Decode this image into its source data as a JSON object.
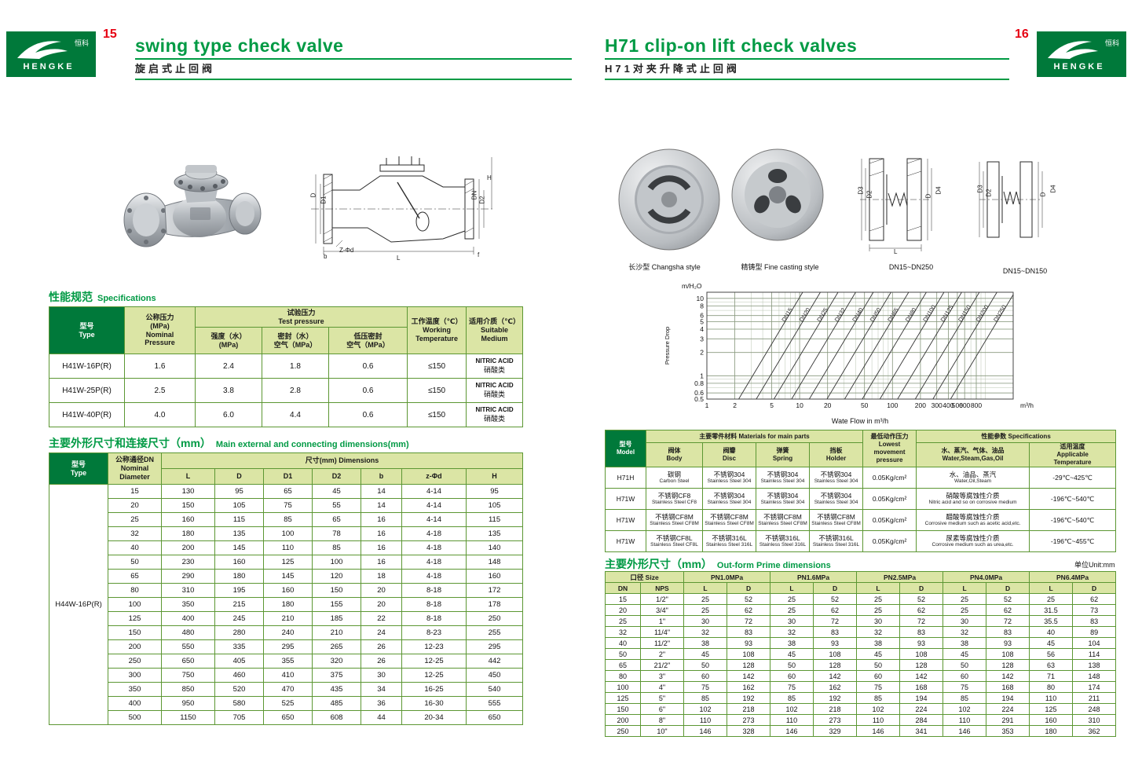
{
  "brand": {
    "logo_zh": "恒科",
    "logo_en": "HENGKE"
  },
  "left_page": {
    "page_number": "15",
    "title_en": "swing type check valve",
    "title_zh": "旋启式止回阀",
    "spec_section": {
      "zh": "性能规范",
      "en": "Specifications"
    },
    "spec_table": {
      "h_type": "型号\nType",
      "h_nominal": "公称压力\n(MPa)\nNominal\nPressure",
      "h_test": "试验压力\nTest pressure",
      "h_strength": "强度（水）\n(MPa)",
      "h_seal": "密封（水）\n空气（MPa）",
      "h_lowseal": "低压密封\n空气（MPa）",
      "h_temp": "工作温度（℃）\nWorking\nTemperature",
      "h_medium": "适用介质（℃）\nSuitable\nMedium",
      "rows": [
        {
          "type": "H41W-16P(R)",
          "nominal": "1.6",
          "strength": "2.4",
          "seal": "1.8",
          "low": "0.6",
          "temp": "≤150",
          "medium": [
            "NITRIC ACID",
            "硝酸类"
          ]
        },
        {
          "type": "H41W-25P(R)",
          "nominal": "2.5",
          "strength": "3.8",
          "seal": "2.8",
          "low": "0.6",
          "temp": "≤150",
          "medium": [
            "NITRIC ACID",
            "硝酸类"
          ]
        },
        {
          "type": "H41W-40P(R)",
          "nominal": "4.0",
          "strength": "6.0",
          "seal": "4.4",
          "low": "0.6",
          "temp": "≤150",
          "medium": [
            "NITRIC ACID",
            "硝酸类"
          ]
        }
      ]
    },
    "dim_section": {
      "zh": "主要外形尺寸和连接尺寸（mm）",
      "en": "Main external and connecting dimensions(mm)"
    },
    "dim_table": {
      "h_type": "型号\nType",
      "h_dn": "公称通径DN\nNominal\nDiameter",
      "h_dims": "尺寸(mm) Dimensions",
      "sub": [
        "L",
        "D",
        "D1",
        "D2",
        "b",
        "z-Φd",
        "H"
      ],
      "model": "H44W-16P(R)",
      "rows": [
        [
          "15",
          "130",
          "95",
          "65",
          "45",
          "14",
          "4-14",
          "95"
        ],
        [
          "20",
          "150",
          "105",
          "75",
          "55",
          "14",
          "4-14",
          "105"
        ],
        [
          "25",
          "160",
          "115",
          "85",
          "65",
          "16",
          "4-14",
          "115"
        ],
        [
          "32",
          "180",
          "135",
          "100",
          "78",
          "16",
          "4-18",
          "135"
        ],
        [
          "40",
          "200",
          "145",
          "110",
          "85",
          "16",
          "4-18",
          "140"
        ],
        [
          "50",
          "230",
          "160",
          "125",
          "100",
          "16",
          "4-18",
          "148"
        ],
        [
          "65",
          "290",
          "180",
          "145",
          "120",
          "18",
          "4-18",
          "160"
        ],
        [
          "80",
          "310",
          "195",
          "160",
          "150",
          "20",
          "8-18",
          "172"
        ],
        [
          "100",
          "350",
          "215",
          "180",
          "155",
          "20",
          "8-18",
          "178"
        ],
        [
          "125",
          "400",
          "245",
          "210",
          "185",
          "22",
          "8-18",
          "250"
        ],
        [
          "150",
          "480",
          "280",
          "240",
          "210",
          "24",
          "8-23",
          "255"
        ],
        [
          "200",
          "550",
          "335",
          "295",
          "265",
          "26",
          "12-23",
          "295"
        ],
        [
          "250",
          "650",
          "405",
          "355",
          "320",
          "26",
          "12-25",
          "442"
        ],
        [
          "300",
          "750",
          "460",
          "410",
          "375",
          "30",
          "12-25",
          "450"
        ],
        [
          "350",
          "850",
          "520",
          "470",
          "435",
          "34",
          "16-25",
          "540"
        ],
        [
          "400",
          "950",
          "580",
          "525",
          "485",
          "36",
          "16-30",
          "555"
        ],
        [
          "500",
          "1150",
          "705",
          "650",
          "608",
          "44",
          "20-34",
          "650"
        ]
      ]
    },
    "drawing_labels": [
      "D",
      "D1",
      "DN",
      "D2",
      "H",
      "b",
      "Z-Φd",
      "L",
      "f"
    ]
  },
  "right_page": {
    "page_number": "16",
    "title_en": "H71 clip-on lift check valves",
    "title_zh": "H71对夹升降式止回阀",
    "captions": {
      "photo1": "长沙型 Changsha style",
      "photo2": "精铸型 Fine casting style",
      "drawing1": "DN15~DN250",
      "drawing2": "DN15~DN150"
    },
    "drawing_labels": [
      "D3",
      "D2",
      "D",
      "D4",
      "L"
    ],
    "materials_table": {
      "h_model": "型号\nModel",
      "h_main": "主要零件材料 Materials for main parts",
      "h_body": "阀体\nBody",
      "h_disc": "阀瓣\nDisc",
      "h_spring": "弹簧\nSpring",
      "h_holder": "挡板\nHolder",
      "h_pressure": "最低动作压力\nLowest movement\npressure",
      "h_spec": "性能参数 Specifications",
      "h_media": "水、蒸汽、气体、油品\nWater,Steam,Gas,Oil",
      "h_temp": "适用温度\nApplicable\nTemperature",
      "rows": [
        {
          "model": "H71H",
          "body": [
            "碳钢",
            "Carbon Steel"
          ],
          "disc": [
            "不锈钢304",
            "Stainless Steel 304"
          ],
          "spring": [
            "不锈钢304",
            "Stainless Steel 304"
          ],
          "holder": [
            "不锈钢304",
            "Stainless Steel 304"
          ],
          "pressure": "0.05Kg/cm²",
          "media": [
            "水、油品、蒸汽",
            "Water,Oil,Steam"
          ],
          "temp": "-29℃~425℃"
        },
        {
          "model": "H71W",
          "body": [
            "不锈钢CF8",
            "Stainless Steel CF8"
          ],
          "disc": [
            "不锈钢304",
            "Stainless Steel 304"
          ],
          "spring": [
            "不锈钢304",
            "Stainless Steel 304"
          ],
          "holder": [
            "不锈钢304",
            "Stainless Steel 304"
          ],
          "pressure": "0.05Kg/cm²",
          "media": [
            "硝酸等腐蚀性介质",
            "Nitric acid and so on corrosive medium"
          ],
          "temp": "-196℃~540℃"
        },
        {
          "model": "H71W",
          "body": [
            "不锈钢CF8M",
            "Stainless Steel CF8M"
          ],
          "disc": [
            "不锈钢CF8M",
            "Stainless Steel CF8M"
          ],
          "spring": [
            "不锈钢CF8M",
            "Stainless Steel CF8M"
          ],
          "holder": [
            "不锈钢CF8M",
            "Stainless Steel CF8M"
          ],
          "pressure": "0.05Kg/cm²",
          "media": [
            "醋酸等腐蚀性介质",
            "Corrosive medium such as acetic acid,etc."
          ],
          "temp": "-196℃~540℃"
        },
        {
          "model": "H71W",
          "body": [
            "不锈钢CF8L",
            "Stainless Steel CF8L"
          ],
          "disc": [
            "不锈钢316L",
            "Stainless Steel 316L"
          ],
          "spring": [
            "不锈钢316L",
            "Stainless Steel 316L"
          ],
          "holder": [
            "不锈钢316L",
            "Stainless Steel 316L"
          ],
          "pressure": "0.05Kg/cm²",
          "media": [
            "尿素等腐蚀性介质",
            "Corrosive medium such as urea,etc."
          ],
          "temp": "-196℃~455℃"
        }
      ]
    },
    "outform_section": {
      "zh": "主要外形尺寸（mm）",
      "en": "Out-form Prime dimensions",
      "unit": "单位Unit:mm"
    },
    "outform_table": {
      "h_size": "口径 Size",
      "h_dn": "DN",
      "h_nps": "NPS",
      "h_l": "L",
      "h_d": "D",
      "pn_cols": [
        "PN1.0MPa",
        "PN1.6MPa",
        "PN2.5MPa",
        "PN4.0MPa",
        "PN6.4MPa"
      ],
      "rows": [
        [
          "15",
          "1/2\"",
          "25",
          "52",
          "25",
          "52",
          "25",
          "52",
          "25",
          "52",
          "25",
          "62"
        ],
        [
          "20",
          "3/4\"",
          "25",
          "62",
          "25",
          "62",
          "25",
          "62",
          "25",
          "62",
          "31.5",
          "73"
        ],
        [
          "25",
          "1\"",
          "30",
          "72",
          "30",
          "72",
          "30",
          "72",
          "30",
          "72",
          "35.5",
          "83"
        ],
        [
          "32",
          "11/4\"",
          "32",
          "83",
          "32",
          "83",
          "32",
          "83",
          "32",
          "83",
          "40",
          "89"
        ],
        [
          "40",
          "11/2\"",
          "38",
          "93",
          "38",
          "93",
          "38",
          "93",
          "38",
          "93",
          "45",
          "104"
        ],
        [
          "50",
          "2\"",
          "45",
          "108",
          "45",
          "108",
          "45",
          "108",
          "45",
          "108",
          "56",
          "114"
        ],
        [
          "65",
          "21/2\"",
          "50",
          "128",
          "50",
          "128",
          "50",
          "128",
          "50",
          "128",
          "63",
          "138"
        ],
        [
          "80",
          "3\"",
          "60",
          "142",
          "60",
          "142",
          "60",
          "142",
          "60",
          "142",
          "71",
          "148"
        ],
        [
          "100",
          "4\"",
          "75",
          "162",
          "75",
          "162",
          "75",
          "168",
          "75",
          "168",
          "80",
          "174"
        ],
        [
          "125",
          "5\"",
          "85",
          "192",
          "85",
          "192",
          "85",
          "194",
          "85",
          "194",
          "110",
          "211"
        ],
        [
          "150",
          "6\"",
          "102",
          "218",
          "102",
          "218",
          "102",
          "224",
          "102",
          "224",
          "125",
          "248"
        ],
        [
          "200",
          "8\"",
          "110",
          "273",
          "110",
          "273",
          "110",
          "284",
          "110",
          "291",
          "160",
          "310"
        ],
        [
          "250",
          "10\"",
          "146",
          "328",
          "146",
          "329",
          "146",
          "341",
          "146",
          "353",
          "180",
          "362"
        ]
      ]
    }
  },
  "chart_data": {
    "type": "line",
    "scale": "log-log",
    "title": "",
    "ylabel": "Pressure Drop",
    "y_unit": "m/H₂O",
    "xlabel": "Wate Flow in m³/h",
    "x_unit": "m³/h",
    "y_ticks": [
      10,
      8,
      6,
      5,
      4,
      3,
      2,
      1,
      0.8,
      0.6,
      0.5
    ],
    "x_ticks": [
      1,
      2,
      5,
      10,
      20,
      50,
      100,
      200,
      300,
      400,
      500,
      600,
      800
    ],
    "x_range": [
      1,
      2000
    ],
    "y_range": [
      0.5,
      12
    ],
    "lines": [
      "DN15",
      "DN20",
      "DN25",
      "DN32",
      "DN40",
      "DN50",
      "DN65",
      "DN80",
      "DN100",
      "DN125",
      "DN150",
      "DN200",
      "DN250"
    ],
    "grid": "log minor + major gridlines",
    "legend_position": "labels along lines"
  }
}
